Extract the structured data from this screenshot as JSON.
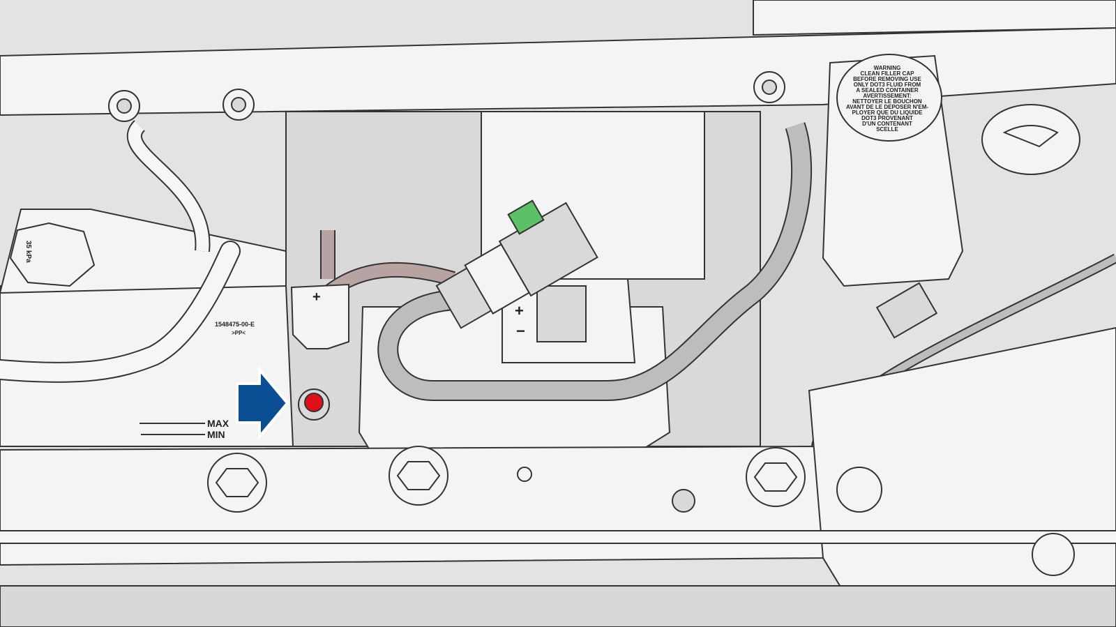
{
  "illustration": {
    "brake_cap_text": [
      "WARNING",
      "CLEAN FILLER CAP",
      "BEFORE REMOVING USE",
      "ONLY DOT3 FLUID FROM",
      "A SEALED CONTAINER",
      "AVERTISSEMENT:",
      "NETTOYER LE BOUCHON",
      "AVANT DE LE DEPOSER N'EM-",
      "PLOYER QUE DU LIQUIDE",
      "DOT3 PROVENANT",
      "D'UN CONTENANT",
      "SCELLE"
    ],
    "coolant_cap_pressure": "35 kPa",
    "reservoir_part_number": "1548475-00-E",
    "reservoir_material": ">PP<",
    "level_max": "MAX",
    "level_min": "MIN",
    "terminal_positive": "+",
    "terminal_negative": "−",
    "connector_positive": "+"
  },
  "colors": {
    "arrow": "#0a4f93",
    "bolt": "#e0101a",
    "cable": "#b8a3a3",
    "latch": "#5cc166"
  }
}
